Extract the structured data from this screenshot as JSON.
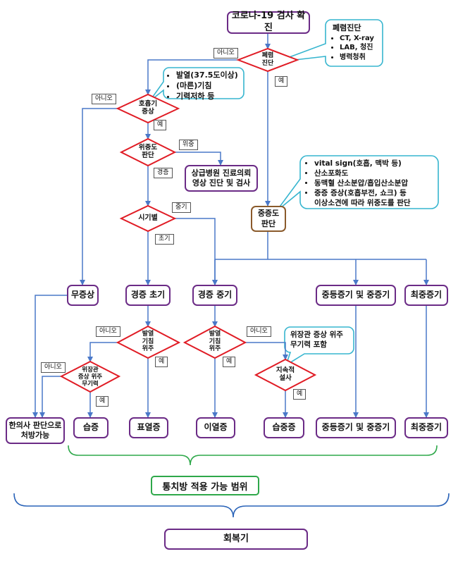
{
  "start": "코로나-19 검사 확진",
  "pneumonia_callout": {
    "title": "폐렴진단",
    "items": [
      "CT, X-ray",
      "LAB, 청진",
      "병력청취"
    ]
  },
  "decision_pneumonia": [
    "폐렴",
    "진단"
  ],
  "symptom_callout": [
    "발열(37.5도이상)",
    "(마른)기침",
    "기력저하 등"
  ],
  "decision_respiratory": [
    "호흡기",
    "증상"
  ],
  "decision_severity": [
    "위중도",
    "판단"
  ],
  "decision_timing": "시기별",
  "referral_box": [
    "상급병원 진료의뢰",
    "영상 진단 및 검사"
  ],
  "severity_callout": [
    "vital sign(호흡, 맥박 등)",
    "산소포화도",
    "동맥혈 산소분압/흡입산소분압",
    "중증 증상(호흡부전, 쇼크) 등",
    "이상소견에 따라 위중도를 판단"
  ],
  "severity_box": [
    "중증도",
    "판단"
  ],
  "stages": {
    "asymptomatic": "무증상",
    "mild_early": "경증 초기",
    "mild_mid": "경증 중기",
    "moderate": "중등증기 및 중증기",
    "critical": "최중증기"
  },
  "decision_fever_left": [
    "발열",
    "기침",
    "위주"
  ],
  "decision_fever_mid": [
    "발열",
    "기침",
    "위주"
  ],
  "decision_gi": [
    "위장관",
    "증상 위주",
    "무기력"
  ],
  "gi_callout": [
    "위장관 증상 위주",
    "무기력 포함"
  ],
  "decision_diarrhea": [
    "지속적",
    "설사"
  ],
  "outcomes": {
    "herbal": [
      "한의사 판단으로",
      "처방가능"
    ],
    "damp": "습증",
    "exterior_heat": "표열증",
    "interior_heat": "이열증",
    "damp_heat": "습중증",
    "moderate": "중등증기 및 중증기",
    "critical": "최중증기"
  },
  "scope_label": "통치방 적용 가능 범위",
  "recovery": "회복기",
  "tags": {
    "no_pneumonia": "아니오",
    "yes_pneumonia": "예",
    "no_resp": "아니오",
    "yes_resp": "예",
    "severe": "위중",
    "mild": "경증",
    "mid": "중기",
    "early": "초기",
    "no_fever_left": "아니오",
    "yes_fever_left": "예",
    "no_gi": "아니오",
    "yes_gi": "예",
    "no_fever_mid": "아니오",
    "yes_fever_mid": "예",
    "yes_diarrhea": "예"
  },
  "colors": {
    "line": "#4a78c8",
    "diamond": "#e01b24",
    "callout": "#36b5cf",
    "box_border": "#6b2b86",
    "brown_border": "#8a5a2b",
    "green": "#2ea84a",
    "brace": "#2a63b8"
  }
}
